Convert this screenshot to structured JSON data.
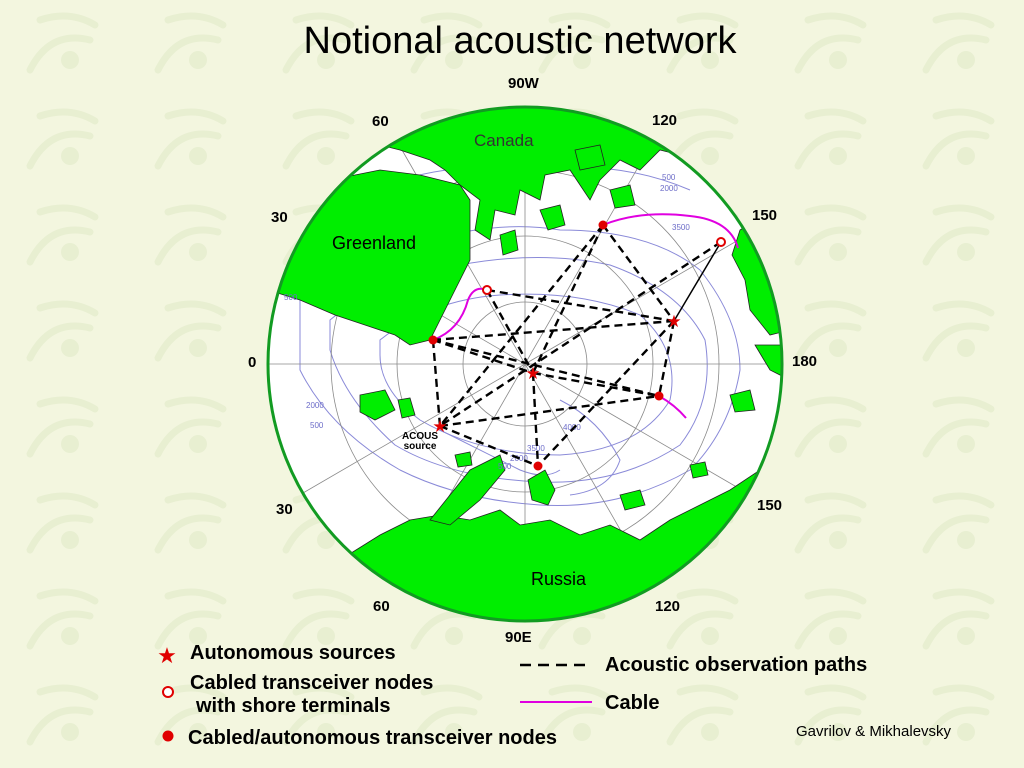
{
  "title": "Notional acoustic network",
  "map": {
    "longitude_labels": {
      "top": "90W",
      "upper_left": "60",
      "upper_right": "120",
      "left_upper": "30",
      "right_upper": "150",
      "left": "0",
      "right": "180",
      "left_lower": "30",
      "right_lower": "150",
      "lower_left": "60",
      "lower_right": "120",
      "bottom": "90E"
    },
    "regions": {
      "canada": "Canada",
      "greenland": "Greenland",
      "russia": "Russia"
    },
    "annotation": [
      "ACOUS",
      "source"
    ],
    "depth_contours": [
      "500",
      "2000",
      "3500",
      "500",
      "2000",
      "500",
      "4000",
      "3500",
      "2000",
      "500"
    ]
  },
  "legend": {
    "autonomous_sources": "Autonomous sources",
    "cabled_nodes_line1": "Cabled transceiver nodes",
    "cabled_nodes_line2": "with shore terminals",
    "cabled_autonomous_nodes": "Cabled/autonomous transceiver nodes",
    "acoustic_paths": "Acoustic observation paths",
    "cable": "Cable"
  },
  "credit": "Gavrilov & Mikhalevsky",
  "colors": {
    "land": "#00ee00",
    "map_border": "#129b22",
    "node": "#e00000",
    "cable": "#e000e0",
    "contour": "#8a8ad8",
    "background": "#f3f6df"
  }
}
